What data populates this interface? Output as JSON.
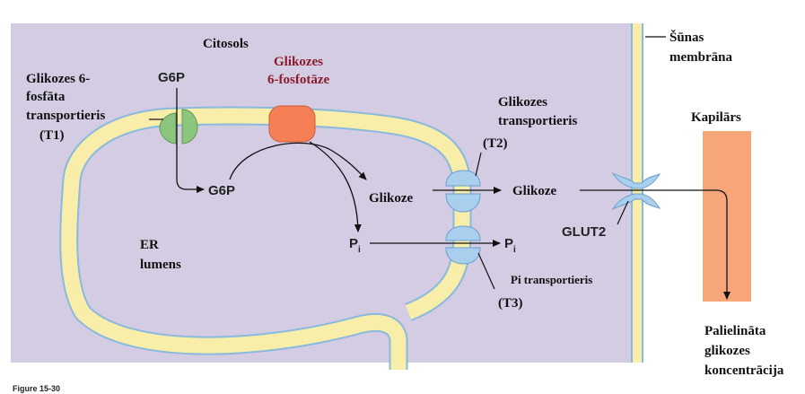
{
  "labels": {
    "cytosol": "Citosols",
    "g6p_transporter_line1": "Glikozes 6-",
    "g6p_transporter_line2": "fosfāta",
    "g6p_transporter_line3": "transportieris",
    "g6p_transporter_code": "(T1)",
    "g6p_top": "G6P",
    "enzyme_line1": "Glikozes",
    "enzyme_line2": "6-fosfotāze",
    "glucose_transporter_line1": "Glikozes",
    "glucose_transporter_line2": "transportieris",
    "glucose_transporter_code": "(T2)",
    "cell_membrane_line1": "Šūnas",
    "cell_membrane_line2": "membrāna",
    "capillary": "Kapilārs",
    "g6p_lumen": "G6P",
    "glucose_lumen": "Glikoze",
    "glucose_cytosol": "Glikoze",
    "glut2": "GLUT2",
    "pi_lumen": "P",
    "pi_lumen_sub": "i",
    "pi_cytosol": "P",
    "pi_cytosol_sub": "i",
    "er_lumen_line1": "ER",
    "er_lumen_line2": "lumens",
    "pi_transporter": "Pi transportieris",
    "pi_transporter_code": "(T3)",
    "result_line1": "Palielināta",
    "result_line2": "glikozes",
    "result_line3": "koncentrācija",
    "figure_caption": "Figure 15-30"
  },
  "colors": {
    "cytosol_fill": "#d3cce3",
    "membrane_yellow": "#f8eeaa",
    "membrane_edge": "#89b9dd",
    "t1_green": "#8cc67e",
    "enzyme_orange": "#f58055",
    "transporter_blue": "#a9cfee",
    "capillary_orange": "#f7a679",
    "enzyme_label_red": "#8b1a2b"
  }
}
